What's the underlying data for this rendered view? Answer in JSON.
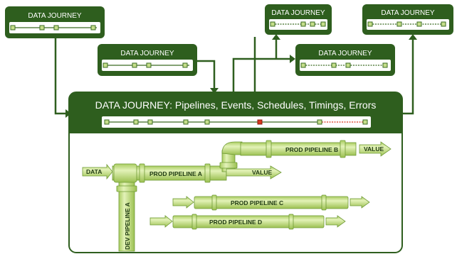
{
  "journey_label": "DATA JOURNEY",
  "main_title": "DATA JOURNEY: Pipelines, Events, Schedules, Timings, Errors",
  "pipes": {
    "prod_a": "PROD PIPELINE A",
    "prod_b": "PROD PIPELINE B",
    "prod_c": "PROD PIPELINE C",
    "prod_d": "PROD PIPELINE D",
    "dev_a": "DEV PIPELINE A"
  },
  "flow": {
    "data_in": "DATA",
    "value_a": "VALUE",
    "value_b": "VALUE"
  },
  "colors": {
    "dark_green": "#2e5e1e",
    "pipe_green": "#c5de8a",
    "error_red": "#d9381e"
  }
}
